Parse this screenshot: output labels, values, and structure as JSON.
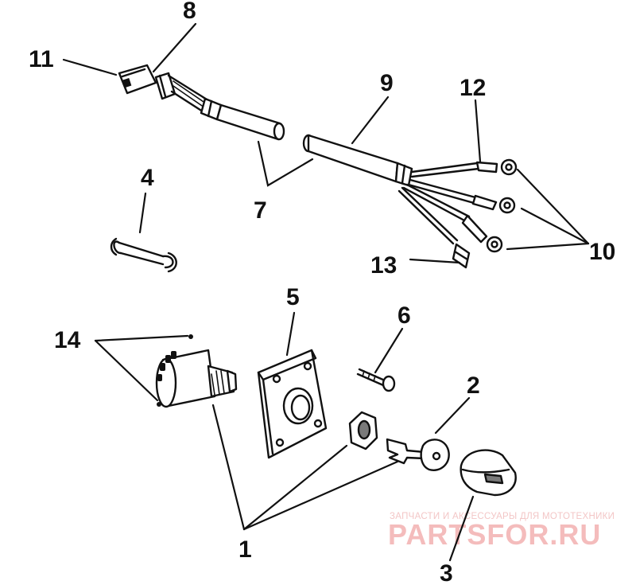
{
  "callouts": {
    "c1": "1",
    "c2": "2",
    "c3": "3",
    "c4": "4",
    "c5": "5",
    "c6": "6",
    "c7": "7",
    "c8": "8",
    "c9": "9",
    "c10": "10",
    "c11": "11",
    "c12": "12",
    "c13": "13",
    "c14": "14"
  },
  "watermark": {
    "tagline": "ЗАПЧАСТИ И АКСЕССУАРЫ ДЛЯ МОТОТЕХНИКИ",
    "brand": "PARTSFOR.RU"
  }
}
